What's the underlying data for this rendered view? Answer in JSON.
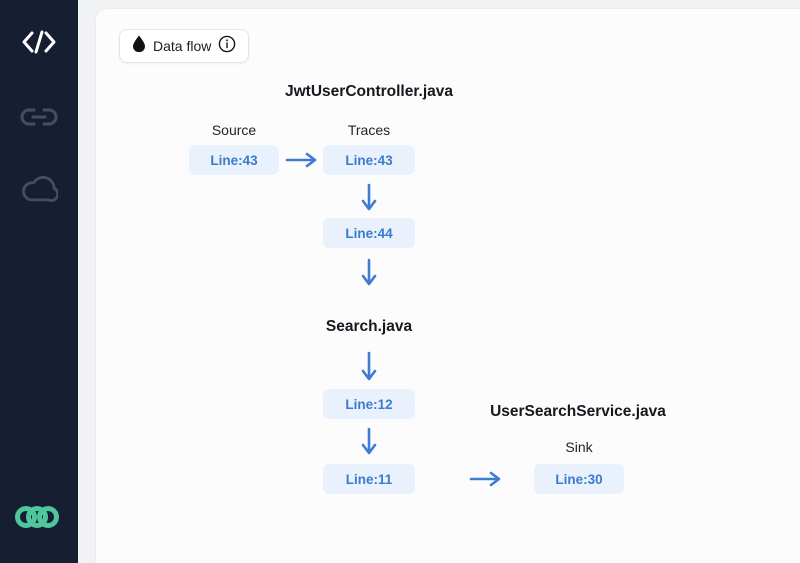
{
  "sidebar": {
    "icons": [
      {
        "name": "code-icon"
      },
      {
        "name": "link-icon"
      },
      {
        "name": "cloud-icon"
      }
    ],
    "logo": "three-rings-logo"
  },
  "toolbar": {
    "data_flow_label": "Data flow"
  },
  "diagram": {
    "files": {
      "first": {
        "title": "JwtUserController.java"
      },
      "second": {
        "title": "Search.java"
      },
      "third": {
        "title": "UserSearchService.java"
      }
    },
    "labels": {
      "source": "Source",
      "traces": "Traces",
      "sink": "Sink"
    },
    "nodes": {
      "source_line": "Line:43",
      "trace1_line": "Line:43",
      "trace2_line": "Line:44",
      "trace3_line": "Line:12",
      "trace4_line": "Line:11",
      "sink_line": "Line:30"
    }
  },
  "colors": {
    "sidebar_bg": "#161e31",
    "sidebar_icon_gray": "#454d5f",
    "logo_green": "#4fc79c",
    "accent_blue": "#3d7cd3",
    "node_bg": "#e9f1fc",
    "node_text": "#3a7ad0",
    "card_bg": "#fcfcfd"
  }
}
